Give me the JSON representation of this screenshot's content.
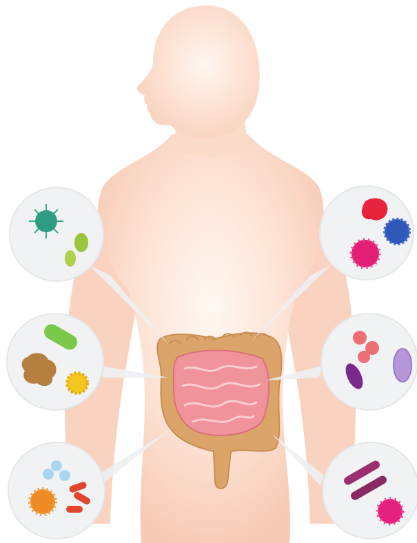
{
  "scene": {
    "subject": "human-torso",
    "organ": "intestines",
    "microbe_bubbles": [
      {
        "side": "left",
        "row": 1,
        "microbes": [
          "green-coronavirus-icon",
          "green-flagellate-icon",
          "green-flagellate-icon"
        ]
      },
      {
        "side": "left",
        "row": 2,
        "microbes": [
          "green-bacillus-icon",
          "brown-amoeba-icon",
          "yellow-spiky-bacterium-icon"
        ]
      },
      {
        "side": "left",
        "row": 3,
        "microbes": [
          "blue-coccus-cluster-icon",
          "orange-virus-icon",
          "red-rod-bacteria-icon"
        ]
      },
      {
        "side": "right",
        "row": 1,
        "microbes": [
          "red-protozoan-icon",
          "blue-virus-icon",
          "magenta-bacterium-icon"
        ]
      },
      {
        "side": "right",
        "row": 2,
        "microbes": [
          "pink-spiky-cluster-icon",
          "lavender-oval-bacterium-icon",
          "purple-flagellate-icon"
        ]
      },
      {
        "side": "right",
        "row": 3,
        "microbes": [
          "purple-spirillum-icon",
          "purple-spirillum-icon",
          "magenta-virus-icon"
        ]
      }
    ],
    "colors": {
      "skin": "#fbd6c4",
      "skin_highlight": "#fff8f3",
      "colon": "#dba468",
      "small_intestine": "#f1939a",
      "bubble_fill": "#f1f2f4",
      "bubble_stroke": "#e4e6ea"
    }
  }
}
